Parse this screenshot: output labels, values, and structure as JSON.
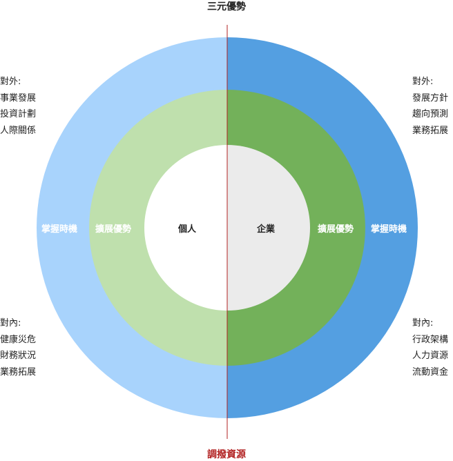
{
  "title": "三元優勢",
  "bottom_title": "調撥資源",
  "colors": {
    "outer_left": "#a8d3fc",
    "outer_right": "#549fe1",
    "middle_left": "#bfe0ad",
    "middle_right": "#73b15a",
    "inner_left": "#ffffff",
    "inner_right": "#ebebeb",
    "divider": "#b02020",
    "bottom_title": "#b22222"
  },
  "left": {
    "external": {
      "header": "對外:",
      "items": [
        "事業發展",
        "投資計劃",
        "人際關係"
      ]
    },
    "internal": {
      "header": "對內:",
      "items": [
        "健康災危",
        "財務狀況",
        "業務拓展"
      ]
    },
    "outer_ring_label": "掌握時機",
    "middle_ring_label": "擴展優勢",
    "core_label": "個人"
  },
  "right": {
    "external": {
      "header": "對外:",
      "items": [
        "發展方針",
        "趨向預測",
        "業務拓展"
      ]
    },
    "internal": {
      "header": "對內:",
      "items": [
        "行政架構",
        "人力資源",
        "流動資金"
      ]
    },
    "outer_ring_label": "掌握時機",
    "middle_ring_label": "擴展優勢",
    "core_label": "企業"
  }
}
